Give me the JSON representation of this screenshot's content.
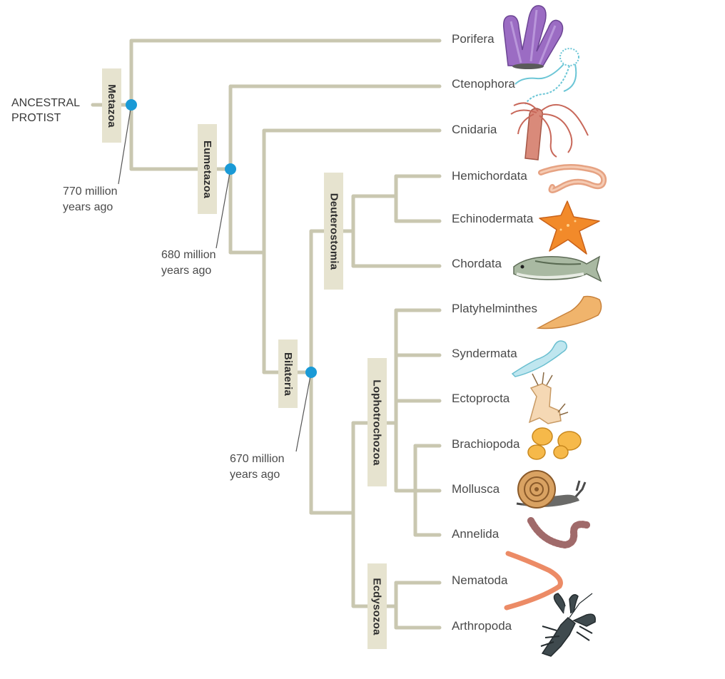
{
  "root_label": [
    "ANCESTRAL",
    "PROTIST"
  ],
  "clades": {
    "metazoa": "Metazoa",
    "eumetazoa": "Eumetazoa",
    "deuterostomia": "Deuterostomia",
    "bilateria": "Bilateria",
    "lophotrochozoa": "Lophotrochozoa",
    "ecdysozoa": "Ecdysozoa"
  },
  "timepoints": {
    "metazoa": [
      "770 million",
      "years ago"
    ],
    "eumetazoa": [
      "680 million",
      "years ago"
    ],
    "bilateria": [
      "670 million",
      "years ago"
    ]
  },
  "taxa": [
    "Porifera",
    "Ctenophora",
    "Cnidaria",
    "Hemichordata",
    "Echinodermata",
    "Chordata",
    "Platyhelminthes",
    "Syndermata",
    "Ectoprocta",
    "Brachiopoda",
    "Mollusca",
    "Annelida",
    "Nematoda",
    "Arthropoda"
  ],
  "colors": {
    "branch": "#c9c7b0",
    "node": "#1a9ad6",
    "clade_box": "#e6e3cf"
  },
  "animal_icons": [
    "sponge-icon",
    "comb-jelly-icon",
    "jellyfish-icon",
    "acorn-worm-icon",
    "starfish-icon",
    "fish-icon",
    "flatworm-icon",
    "rotifer-icon",
    "bryozoan-icon",
    "brachiopod-icon",
    "snail-icon",
    "earthworm-icon",
    "roundworm-icon",
    "lobster-icon"
  ]
}
